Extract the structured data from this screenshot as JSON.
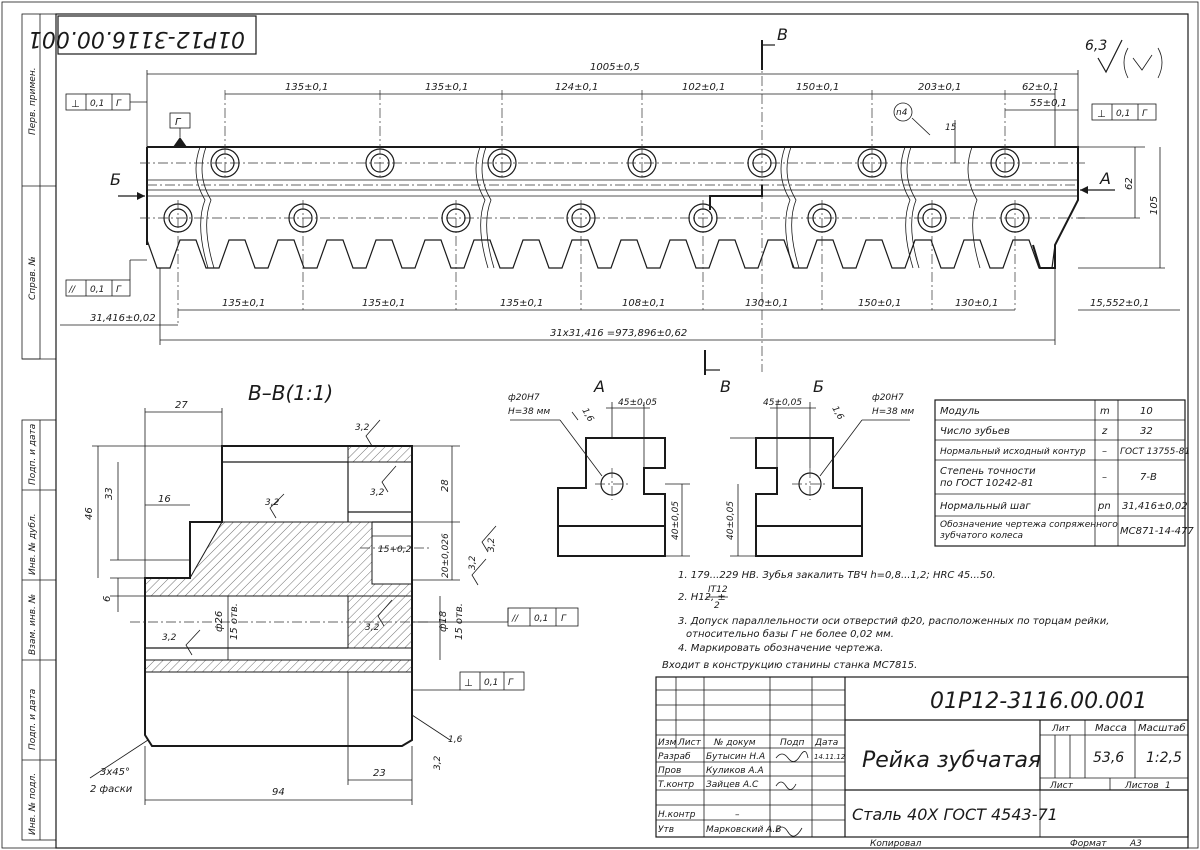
{
  "title_block": {
    "code": "01P12-3116.00.001",
    "code_rotated": "01P12-3116.00.001",
    "name": "Рейка зубчатая",
    "material": "Сталь 40Х ГОСТ 4543-71",
    "headers": {
      "lit": "Лит",
      "mass": "Масса",
      "scale": "Масштаб",
      "sheet": "Лист",
      "sheets": "Листов"
    },
    "mass_value": "53,6",
    "scale_value": "1:2,5",
    "sheets_value": "1",
    "copied": "Копировал",
    "format": "Формат",
    "format_value": "А3",
    "col_headers": [
      "Изм",
      "Лист",
      "№ докум",
      "Подп",
      "Дата"
    ],
    "rows": [
      {
        "role": "Разраб",
        "name": "Бутысин Н.А",
        "date": "14.11.12"
      },
      {
        "role": "Пров",
        "name": "Куликов А.А",
        "date": ""
      },
      {
        "role": "Т.контр",
        "name": "Зайцев А.С",
        "date": ""
      },
      {
        "role": "",
        "name": "",
        "date": ""
      },
      {
        "role": "Н.контр",
        "name": "–",
        "date": ""
      },
      {
        "role": "Утв",
        "name": "Марковский А.В",
        "date": ""
      }
    ]
  },
  "side_labels": [
    "Перв. примен.",
    "Справ. №",
    "Подп. и дата",
    "Инв. № дубл.",
    "Взам. инв. №",
    "Подп. и дата",
    "Инв. № подл."
  ],
  "roughness": "6,3",
  "section_labels": {
    "B": "В",
    "Bsec": "В–В(1:1)",
    "A": "А",
    "Bv": "Б",
    "Bcut": "Б",
    "Acut": "А"
  },
  "datum_label": "Г",
  "tolerance_frames": [
    {
      "sym": "⊥",
      "val": "0,1",
      "ref": "Г"
    },
    {
      "sym": "⊥",
      "val": "0,1",
      "ref": "Г"
    },
    {
      "sym": "//",
      "val": "0,1",
      "ref": "Г"
    },
    {
      "sym": "//",
      "val": "0,1",
      "ref": "Г"
    },
    {
      "sym": "⊥",
      "val": "0,1",
      "ref": "Г"
    }
  ],
  "top_dims": {
    "overall": "1005±0,5",
    "chain": [
      "135±0,1",
      "135±0,1",
      "124±0,1",
      "102±0,1",
      "150±0,1",
      "203±0,1",
      "62±0,1"
    ],
    "right": "55±0,1",
    "h1": "62",
    "h2": "105",
    "hole_note": "n4",
    "hole_dim": "15"
  },
  "bottom_dims": {
    "chain": [
      "135±0,1",
      "135±0,1",
      "135±0,1",
      "108±0,1",
      "130±0,1",
      "150±0,1",
      "130±0,1"
    ],
    "left": "31,416±0,02",
    "right": "15,552±0,1",
    "total": "31х31,416 =973,896±0,62"
  },
  "section_dims": {
    "d27": "27",
    "d46": "46",
    "d33": "33",
    "d16": "16",
    "d6": "6",
    "d26": "ф26",
    "d15a": "15 отв.",
    "d28": "28",
    "d15b": "15+0,2",
    "d20": "20±0,026",
    "d18": "ф18",
    "d15c": "15 отв.",
    "r32": "3,2",
    "d94": "94",
    "d23": "23",
    "chamfer": "3х45°",
    "chamfer2": "2 фаски",
    "r16": "1,6"
  },
  "view_dims": {
    "hole": "ф20Н7",
    "depth": "Н=38 мм",
    "w45": "45±0,05",
    "h40": "40±0,05",
    "r16": "1,6"
  },
  "params": [
    {
      "name": "Модуль",
      "sym": "m",
      "val": "10"
    },
    {
      "name": "Число зубьев",
      "sym": "z",
      "val": "32"
    },
    {
      "name": "Нормальный исходный контур",
      "sym": "–",
      "val": "ГОСТ 13755-81"
    },
    {
      "name": "Степень точности\nпо ГОСТ 10242-81",
      "sym": "–",
      "val": "7-В"
    },
    {
      "name": "Нормальный шаг",
      "sym": "pn",
      "val": "31,416±0,02"
    },
    {
      "name": "Обозначение чертежа сопряженного\nзубчатого колеса",
      "sym": "",
      "val": "МС871-14-477"
    }
  ],
  "notes": [
    "1. 179...229 НВ. Зубья закалить ТВЧ h=0,8...1,2; HRC 45...50.",
    "2. Н12, ±",
    "IT12",
    "2",
    "3. Допуск параллельности оси отверстий ф20, расположенных по торцам рейки,",
    "относительно базы Г не более 0,02 мм.",
    "4. Маркировать обозначение чертежа.",
    "Входит в конструкцию станины станка МС7815."
  ]
}
